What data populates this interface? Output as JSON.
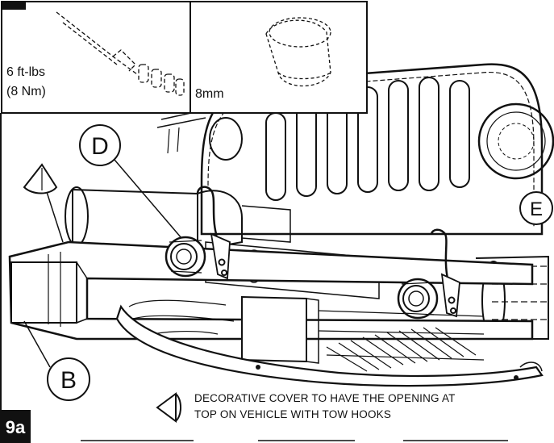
{
  "tool_spec": {
    "torque_line1": "6 ft-lbs",
    "torque_line2": "(8 Nm)",
    "socket_size": "8mm"
  },
  "callouts": {
    "d": "D",
    "b": "B",
    "e": "E"
  },
  "note": {
    "line1": "DECORATIVE COVER TO HAVE THE OPENING AT",
    "line2": "TOP ON VEHICLE WITH TOW HOOKS"
  },
  "step_label": "9a",
  "colors": {
    "line": "#111111",
    "step_badge": "#111111",
    "background": "#ffffff"
  }
}
